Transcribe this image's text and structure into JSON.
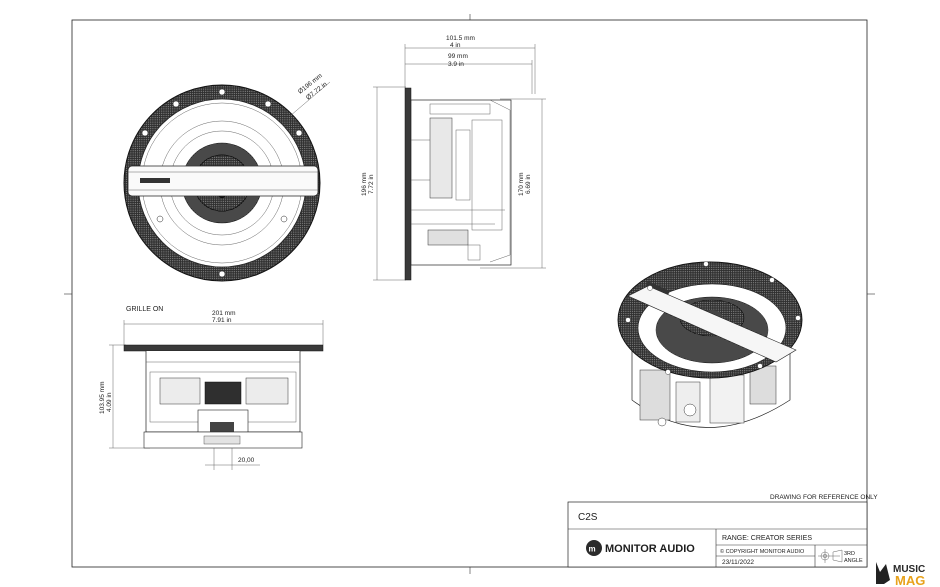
{
  "front_view": {
    "diameter_mm": "Ø196 mm",
    "diameter_in": "Ø7.72 in"
  },
  "side_view": {
    "depth_outer_mm": "101.5 mm",
    "depth_outer_in": "4 in",
    "depth_inner_mm": "99 mm",
    "depth_inner_in": "3.9 in",
    "height_outer_mm": "196 mm",
    "height_outer_in": "7.72 in",
    "height_inner_mm": "170 mm",
    "height_inner_in": "6.69 in"
  },
  "grille_view": {
    "label": "GRILLE ON",
    "width_mm": "201 mm",
    "width_in": "7.91 in",
    "height_mm": "103.95 mm",
    "height_in": "4.09 in",
    "terminal_offset": "20,00"
  },
  "title_block": {
    "note": "DRAWING FOR REFERENCE ONLY",
    "model": "C2S",
    "brand": "MONITOR AUDIO",
    "range": "RANGE: CREATOR SERIES",
    "copyright": "© COPYRIGHT MONITOR AUDIO",
    "date": "23/11/2022",
    "projection_top": "3RD",
    "projection_bottom": "ANGLE"
  },
  "watermark": {
    "line1": "MUSIC",
    "line2": "MAG"
  },
  "colors": {
    "line": "#333333",
    "grille": "#3a3a3a",
    "watermark_gold": "#e8a21c"
  }
}
